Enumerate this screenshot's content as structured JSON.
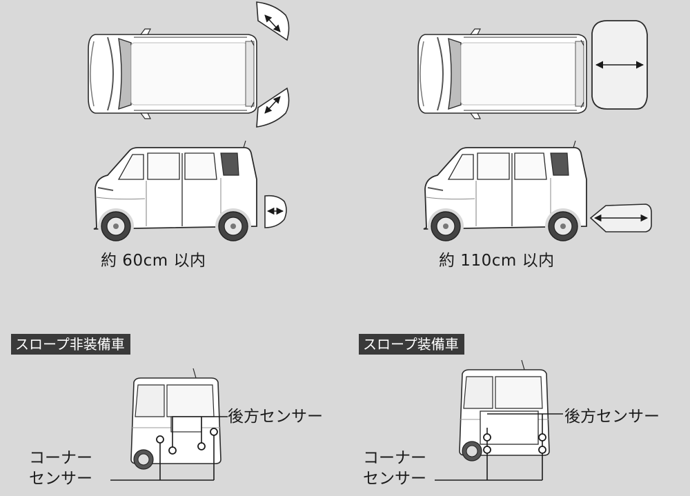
{
  "figures": {
    "left": {
      "caption": "約 60cm 以内"
    },
    "right": {
      "caption": "約 110cm 以内"
    }
  },
  "sensor_diagrams": {
    "without_ramp": {
      "title": "スロープ非装備車",
      "rear_sensor_label": "後方センサー",
      "corner_sensor_label_line1": "コーナー",
      "corner_sensor_label_line2": "センサー"
    },
    "with_ramp": {
      "title": "スロープ装備車",
      "rear_sensor_label": "後方センサー",
      "corner_sensor_label_line1": "コーナー",
      "corner_sensor_label_line2": "センサー"
    }
  },
  "colors": {
    "background": "#d9d9d9",
    "car_body": "#ffffff",
    "outline": "#2a2a2a",
    "tag_background": "#3a3a3a",
    "tag_text": "#ffffff"
  }
}
